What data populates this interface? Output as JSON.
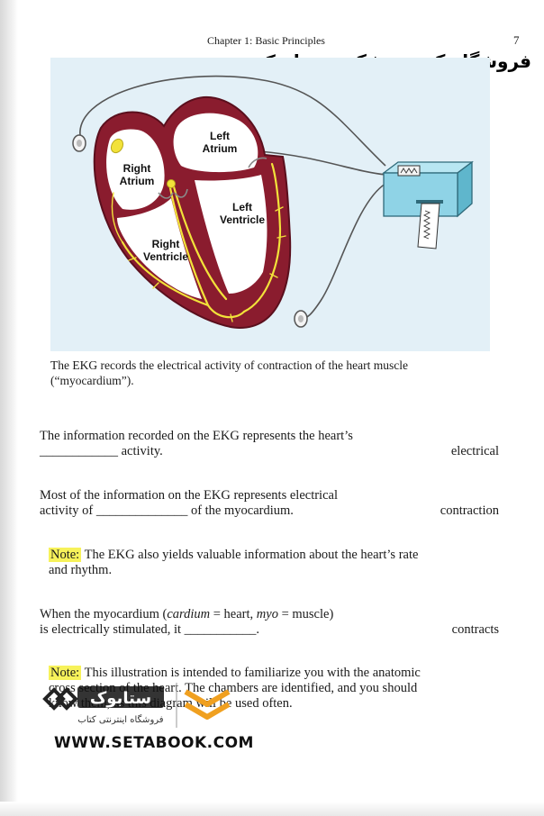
{
  "header": {
    "running_head": "Chapter 1: Basic Principles",
    "page_number": "7",
    "shop_title": "فروشگاه کتب پزشکی سـتابوک"
  },
  "figure": {
    "labels": {
      "left_atrium_1": "Left",
      "left_atrium_2": "Atrium",
      "right_atrium_1": "Right",
      "right_atrium_2": "Atrium",
      "left_ventricle_1": "Left",
      "left_ventricle_2": "Ventricle",
      "right_ventricle_1": "Right",
      "right_ventricle_2": "Ventricle"
    },
    "colors": {
      "myocardium": "#8a1c2e",
      "conduction": "#f2e23a",
      "machine": "#8fd3e6",
      "background": "#e3f0f7"
    },
    "icons": [
      "heart-diagram",
      "ekg-machine-icon",
      "electrode-icon"
    ],
    "caption": "The EKG records the electrical activity of contraction of the heart muscle (“myocardium”)."
  },
  "frames": [
    {
      "line1": "The information recorded on the EKG represents the heart’s",
      "line2": "____________ activity.",
      "answer": "electrical"
    },
    {
      "line1": "Most of the information on the EKG represents electrical",
      "line2": "activity of ______________ of the myocardium.",
      "answer": "contraction"
    },
    {
      "line1_a": "When the myocardium (",
      "line1_em1": "cardium",
      "line1_b": " = heart, ",
      "line1_em2": "myo",
      "line1_c": " = muscle)",
      "line2": "is electrically stimulated, it ___________.",
      "answer": "contracts"
    }
  ],
  "notes": [
    {
      "label": "Note:",
      "text": " The EKG also yields valuable information about the heart’s rate and rhythm."
    },
    {
      "label": "Note:",
      "text": " This illustration is intended to familiarize you with the anatomic cross section of the heart. The chambers are identified, and you should know them, as this diagram will be used often."
    }
  ],
  "watermark": {
    "brand_fa": "ستابوک",
    "tagline_fa": "فروشگاه اینترنتی کتاب",
    "site": "WWW.SETABOOK.COM"
  }
}
